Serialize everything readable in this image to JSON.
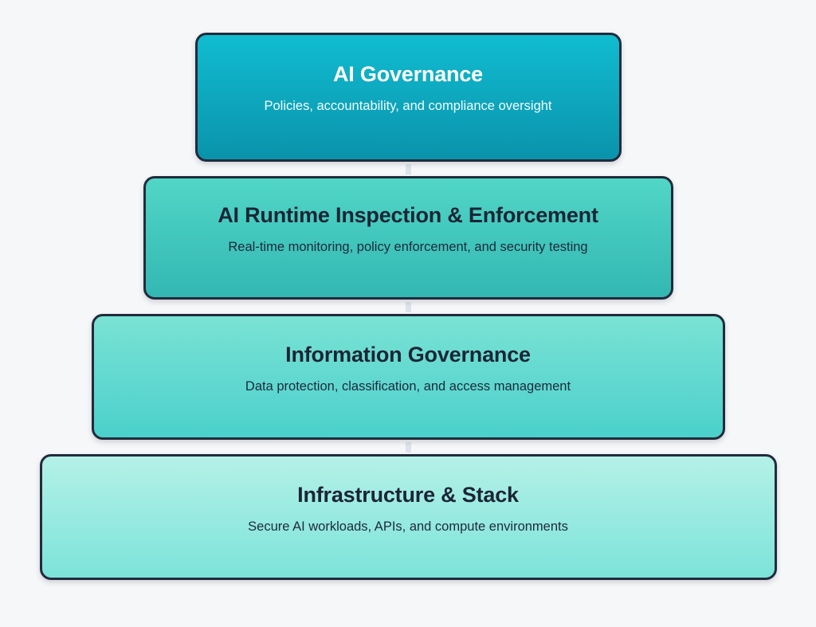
{
  "diagram": {
    "type": "layered-pyramid",
    "background_color": "#f6f7f9",
    "border_color": "#212b3b",
    "connector_color": "#dde3ec",
    "layers": [
      {
        "id": "ai-governance",
        "title": "AI Governance",
        "subtitle": "Policies, accountability, and compliance oversight",
        "gradient_from": "#11bcd1",
        "gradient_to": "#0a93ab",
        "title_color": "#ffffff",
        "subtitle_color": "#f2fbfd"
      },
      {
        "id": "ai-runtime-inspection-enforcement",
        "title": "AI Runtime Inspection & Enforcement",
        "subtitle": "Real-time monitoring, policy enforcement, and security testing",
        "gradient_from": "#51d6c6",
        "gradient_to": "#33b7b3",
        "title_color": "#1b2535",
        "subtitle_color": "#1e2a3a"
      },
      {
        "id": "information-governance",
        "title": "Information Governance",
        "subtitle": "Data protection, classification, and access management",
        "gradient_from": "#7ae2d5",
        "gradient_to": "#4bd0cb",
        "title_color": "#1b2535",
        "subtitle_color": "#1e2a3a"
      },
      {
        "id": "infrastructure-stack",
        "title": "Infrastructure & Stack",
        "subtitle": "Secure AI workloads, APIs, and compute environments",
        "gradient_from": "#b4f1e7",
        "gradient_to": "#7ce3da",
        "title_color": "#1b2535",
        "subtitle_color": "#1e2a3a"
      }
    ]
  }
}
